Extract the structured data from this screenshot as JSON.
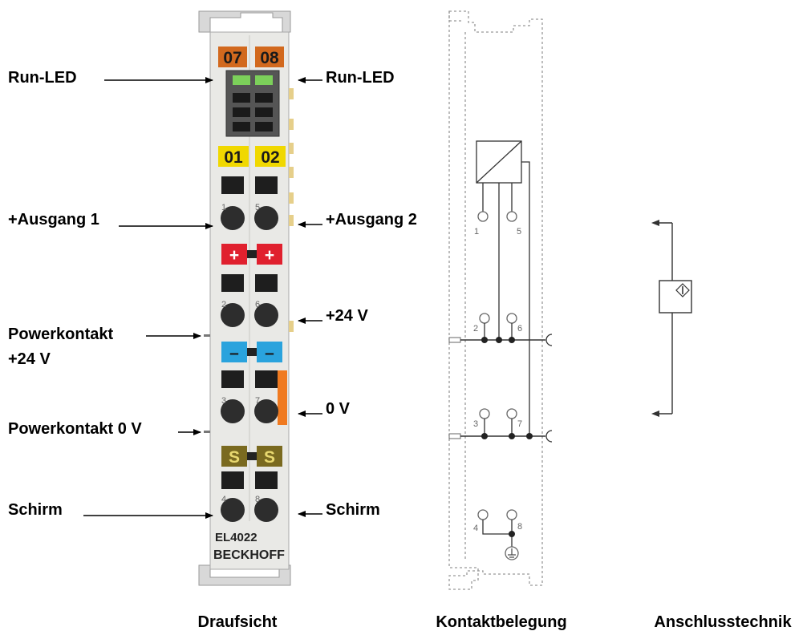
{
  "labels": {
    "run_led_left": "Run-LED",
    "run_led_right": "Run-LED",
    "ausgang1": "+Ausgang 1",
    "ausgang2": "+Ausgang 2",
    "plus24v": "+24 V",
    "powerkontakt24_line1": "Powerkontakt",
    "powerkontakt24_line2": "+24 V",
    "zero_v": "0 V",
    "powerkontakt0": "Powerkontakt 0 V",
    "schirm_left": "Schirm",
    "schirm_right": "Schirm"
  },
  "module": {
    "tags": {
      "led_left": "07",
      "led_right": "08",
      "top_left": "01",
      "top_right": "02",
      "plus_left": "+",
      "plus_right": "+",
      "minus_left": "–",
      "minus_right": "–",
      "shield_left": "S",
      "shield_right": "S"
    },
    "model": "EL4022",
    "brand": "BECKHOFF",
    "colors": {
      "tag_orange": "#d2691e",
      "tag_yellow": "#f0d800",
      "tag_red": "#e0202e",
      "tag_blue": "#2aa3dd",
      "tag_olive": "#7a6a20",
      "led_green": "#7cd05a",
      "power_strip": "#f07a20"
    }
  },
  "pins": {
    "p1": "1",
    "p2": "2",
    "p3": "3",
    "p4": "4",
    "p5": "5",
    "p6": "6",
    "p7": "7",
    "p8": "8"
  },
  "captions": {
    "draufsicht": "Draufsicht",
    "kontaktbelegung": "Kontaktbelegung",
    "anschlusstechnik": "Anschlusstechnik"
  }
}
